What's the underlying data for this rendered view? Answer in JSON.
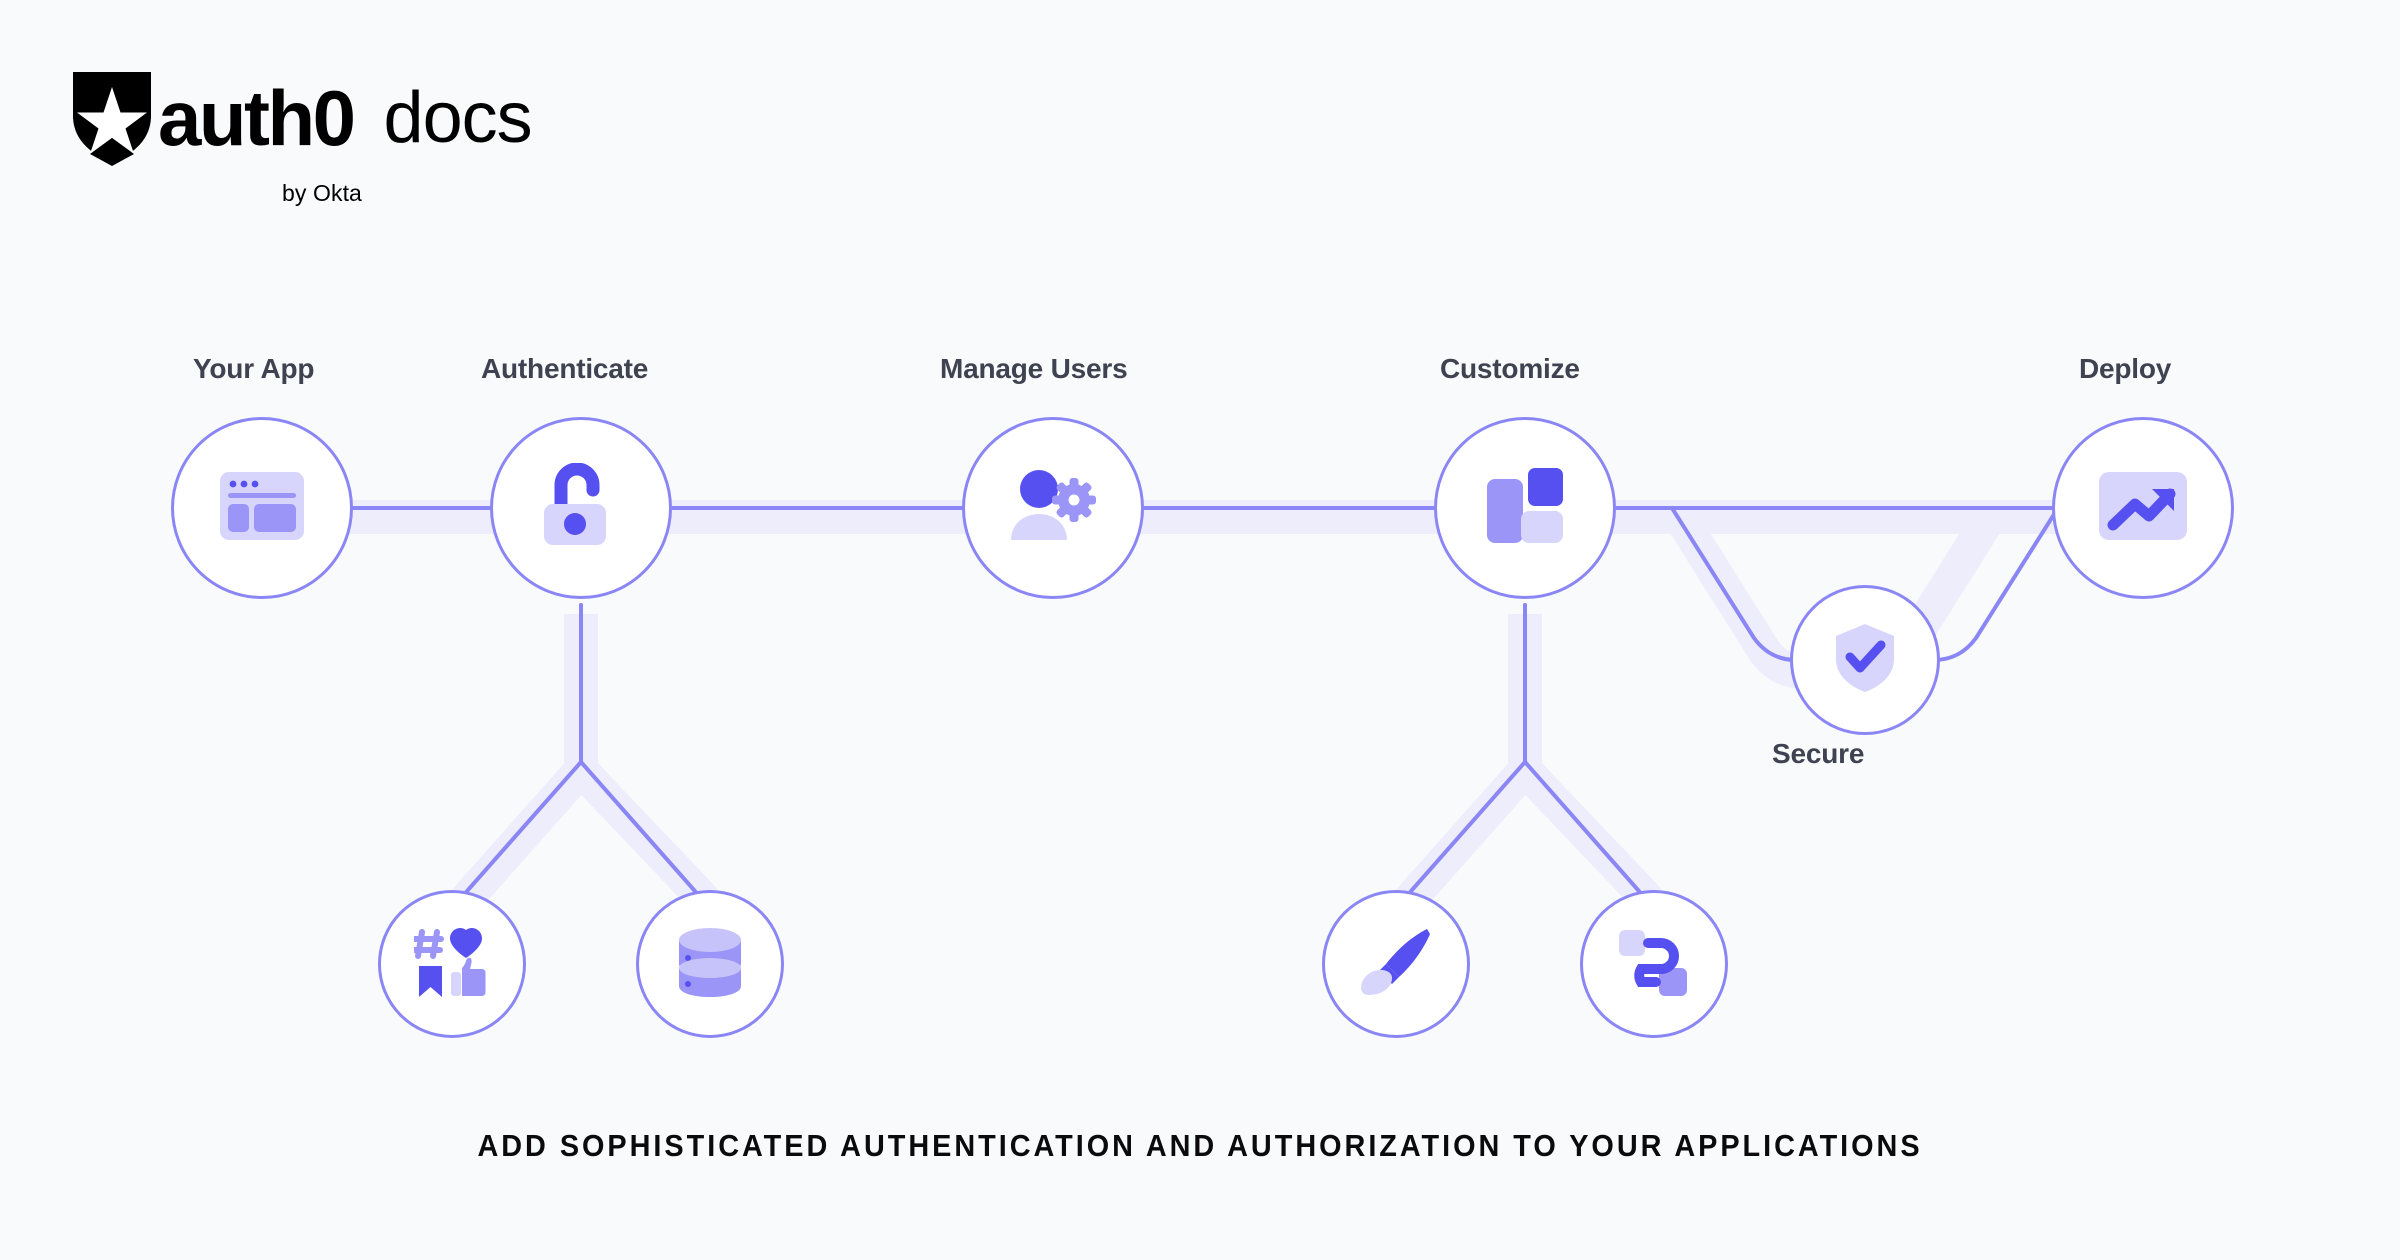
{
  "brand": {
    "logo_icon": "auth0-shield-star-icon",
    "wordmark": "auth0",
    "product": "docs",
    "byline": "by Okta"
  },
  "caption": "ADD SOPHISTICATED AUTHENTICATION AND AUTHORIZATION TO YOUR APPLICATIONS",
  "colors": {
    "background": "#f9fafb",
    "node_border": "#8b86f5",
    "node_fill": "#ffffff",
    "connector_line": "#8b86f5",
    "connector_shadow": "#eeedfb",
    "icon_dark": "#5650f0",
    "icon_mid": "#9a95f7",
    "icon_light": "#d7d5fc",
    "label_text": "#3f4250",
    "caption_text": "#0b0b0d"
  },
  "nodes": [
    {
      "id": "your-app",
      "label": "Your App",
      "icon": "browser-window-icon",
      "tier": "primary"
    },
    {
      "id": "authenticate",
      "label": "Authenticate",
      "icon": "unlocked-padlock-icon",
      "tier": "primary"
    },
    {
      "id": "manage-users",
      "label": "Manage Users",
      "icon": "user-gear-icon",
      "tier": "primary"
    },
    {
      "id": "customize",
      "label": "Customize",
      "icon": "layout-blocks-icon",
      "tier": "primary"
    },
    {
      "id": "secure",
      "label": "Secure",
      "icon": "shield-check-icon",
      "tier": "secondary"
    },
    {
      "id": "deploy",
      "label": "Deploy",
      "icon": "trending-up-icon",
      "tier": "primary"
    },
    {
      "id": "social",
      "label": "",
      "icon": "social-reactions-icon",
      "tier": "leaf"
    },
    {
      "id": "database",
      "label": "",
      "icon": "database-icon",
      "tier": "leaf"
    },
    {
      "id": "branding",
      "label": "",
      "icon": "paintbrush-icon",
      "tier": "leaf"
    },
    {
      "id": "extensibility",
      "label": "",
      "icon": "flow-path-icon",
      "tier": "leaf"
    }
  ],
  "connections": [
    {
      "from": "your-app",
      "to": "authenticate",
      "kind": "horizontal"
    },
    {
      "from": "authenticate",
      "to": "manage-users",
      "kind": "horizontal"
    },
    {
      "from": "manage-users",
      "to": "customize",
      "kind": "horizontal"
    },
    {
      "from": "customize",
      "to": "deploy",
      "kind": "horizontal"
    },
    {
      "from": "customize",
      "to": "secure",
      "kind": "detour-down"
    },
    {
      "from": "secure",
      "to": "deploy",
      "kind": "detour-up"
    },
    {
      "from": "authenticate",
      "to": "social",
      "kind": "branch-down"
    },
    {
      "from": "authenticate",
      "to": "database",
      "kind": "branch-down"
    },
    {
      "from": "customize",
      "to": "branding",
      "kind": "branch-down"
    },
    {
      "from": "customize",
      "to": "extensibility",
      "kind": "branch-down"
    }
  ]
}
